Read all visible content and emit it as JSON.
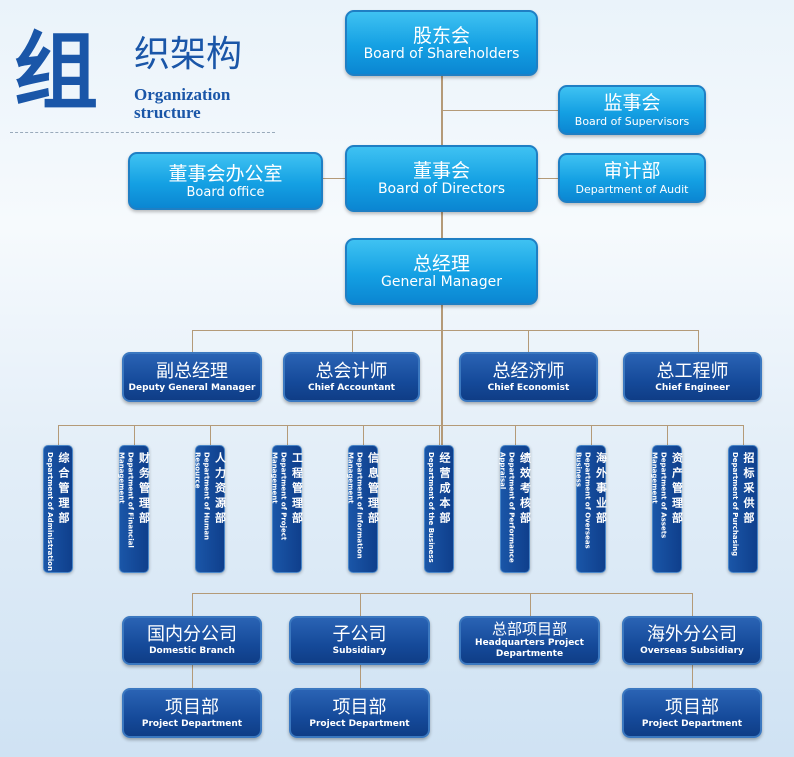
{
  "header": {
    "logo_char": "组",
    "title_cn": "织架构",
    "title_en_1": "Organization",
    "title_en_2": "structure"
  },
  "top": {
    "shareholders": {
      "cn": "股东会",
      "en": "Board of Shareholders"
    },
    "supervisors": {
      "cn": "监事会",
      "en": "Board of Supervisors"
    },
    "directors": {
      "cn": "董事会",
      "en": "Board of Directors"
    },
    "board_office": {
      "cn": "董事会办公室",
      "en": "Board office"
    },
    "audit": {
      "cn": "审计部",
      "en": "Department of Audit"
    },
    "gm": {
      "cn": "总经理",
      "en": "General Manager"
    }
  },
  "executives": [
    {
      "cn": "副总经理",
      "en": "Deputy General Manager"
    },
    {
      "cn": "总会计师",
      "en": "Chief Accountant"
    },
    {
      "cn": "总经济师",
      "en": "Chief Economist"
    },
    {
      "cn": "总工程师",
      "en": "Chief Engineer"
    }
  ],
  "departments": [
    {
      "cn": "综合管理部",
      "en": "Department of Administration"
    },
    {
      "cn": "财务管理部",
      "en": "Department of Financial Management"
    },
    {
      "cn": "人力资源部",
      "en": "Department of Human Resource"
    },
    {
      "cn": "工程管理部",
      "en": "Department of Project Management"
    },
    {
      "cn": "信息管理部",
      "en": "Department of Information Management"
    },
    {
      "cn": "经营成本部",
      "en": "Department of the Business"
    },
    {
      "cn": "绩效考核部",
      "en": "Department of Performance Appraisal"
    },
    {
      "cn": "海外事业部",
      "en": "Department of Overseas Business"
    },
    {
      "cn": "资产管理部",
      "en": "Department of Assets Management"
    },
    {
      "cn": "招标采供部",
      "en": "Department of Purchasing"
    }
  ],
  "branches": [
    {
      "cn": "国内分公司",
      "en": "Domestic Branch"
    },
    {
      "cn": "子公司",
      "en": "Subsidiary"
    },
    {
      "cn": "总部项目部",
      "en": "Headquarters Project Departmente"
    },
    {
      "cn": "海外分公司",
      "en": "Overseas Subsidiary"
    }
  ],
  "project_dept": {
    "cn": "项目部",
    "en": "Project Department"
  },
  "colors": {
    "light_box": "#14a0e3",
    "dark_box": "#154a9a",
    "connector": "#b49a78"
  }
}
